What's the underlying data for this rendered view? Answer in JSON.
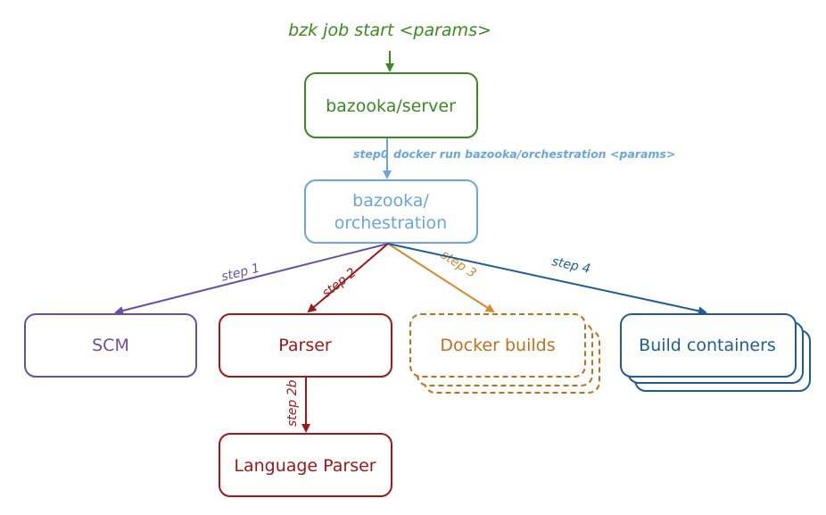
{
  "colors": {
    "green": "#3a8a1e",
    "light_blue": "#6aa6db",
    "purple": "#6a4fa6",
    "dark_red": "#a01818",
    "orange": "#d9892a",
    "dark_blue": "#1f5d94",
    "text_orange": "#c27018"
  },
  "command": "bzk job start <params>",
  "nodes": {
    "server": "bazooka/server",
    "orchestration_line1": "bazooka/",
    "orchestration_line2": "orchestration",
    "scm": "SCM",
    "parser": "Parser",
    "docker_builds": "Docker builds",
    "build_containers": "Build containers",
    "language_parser": "Language Parser"
  },
  "edges": {
    "step0_label": "step0",
    "step0_command": "docker run bazooka/orchestration <params>",
    "step1": "step 1",
    "step2": "step 2",
    "step3": "step 3",
    "step4": "step 4",
    "step2b": "step 2b"
  }
}
